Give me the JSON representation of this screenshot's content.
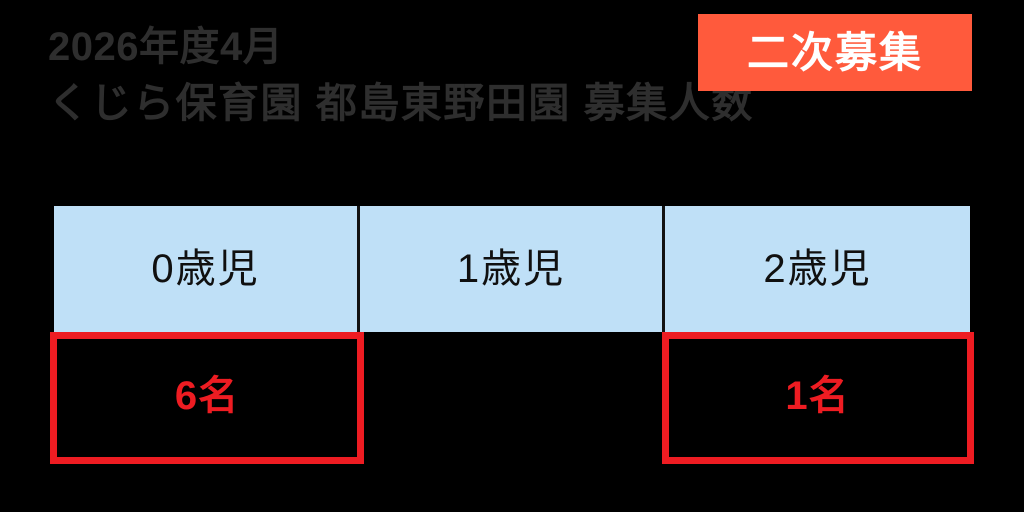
{
  "page": {
    "background_color": "#000000",
    "text_color": "#2e2e2e"
  },
  "header": {
    "title_line1": "2026年度4月",
    "title_line2": "くじら保育園 都島東野田園 募集人数",
    "badge": {
      "label": "二次募集",
      "background_color": "#ff5a3c",
      "text_color": "#ffffff"
    }
  },
  "table": {
    "header_background_color": "#bfe0f7",
    "header_text_color": "#101010",
    "divider_color": "#121212",
    "highlight_color": "#ee1c22",
    "value_color": "#ee1c22",
    "columns": [
      {
        "header": "0歳児",
        "value": "6名",
        "highlighted": true
      },
      {
        "header": "1歳児",
        "value": "",
        "highlighted": false
      },
      {
        "header": "2歳児",
        "value": "1名",
        "highlighted": true
      }
    ]
  }
}
